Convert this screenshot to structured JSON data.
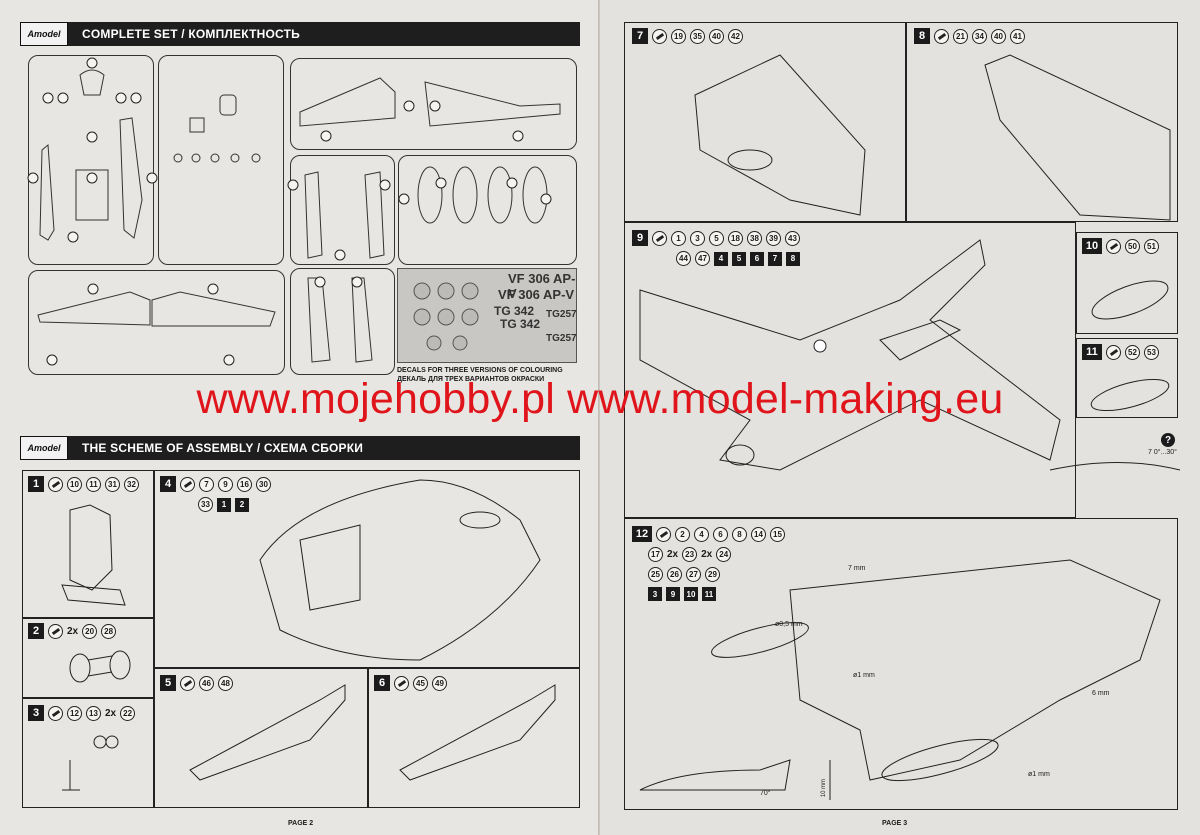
{
  "header_top": {
    "logo": "Amodel",
    "title": "COMPLETE SET / КОМПЛЕКТНОСТЬ"
  },
  "header_assembly": {
    "logo": "Amodel",
    "title": "THE SCHEME OF ASSEMBLY / СХЕМА СБОРКИ"
  },
  "decals": {
    "caption_en": "DECALS FOR THREE VERSIONS OF COLOURING",
    "caption_ru": "ДЕКАЛЬ ДЛЯ ТРЕХ ВАРИАНТОВ ОКРАСКИ",
    "lines": [
      "VF 306 AP-V",
      "VF 306 AP-V",
      "TG 342",
      "TG 342",
      "TG257",
      "TG257"
    ]
  },
  "watermark": "www.mojehobby.pl www.model-making.eu",
  "pages": {
    "left": "PAGE 2",
    "right": "PAGE 3"
  },
  "steps": {
    "s1": {
      "num": "1",
      "parts": [
        "10",
        "11",
        "31",
        "32"
      ]
    },
    "s2": {
      "num": "2",
      "x": "2x",
      "parts": [
        "20",
        "28"
      ]
    },
    "s3": {
      "num": "3",
      "parts": [
        "12",
        "13"
      ],
      "x": "2x",
      "parts2": [
        "22"
      ]
    },
    "s4": {
      "num": "4",
      "parts": [
        "7",
        "9",
        "16",
        "30"
      ],
      "row2": [
        "33"
      ],
      "squares": [
        "1",
        "2"
      ]
    },
    "s5": {
      "num": "5",
      "parts": [
        "46",
        "48"
      ]
    },
    "s6": {
      "num": "6",
      "parts": [
        "45",
        "49"
      ]
    },
    "s7": {
      "num": "7",
      "parts": [
        "19",
        "35",
        "40",
        "42"
      ]
    },
    "s8": {
      "num": "8",
      "parts": [
        "21",
        "34",
        "40",
        "41"
      ]
    },
    "s9": {
      "num": "9",
      "parts": [
        "1",
        "3",
        "5",
        "18",
        "38",
        "39",
        "43"
      ],
      "row2": [
        "44",
        "47"
      ],
      "squares": [
        "4",
        "5",
        "6",
        "7",
        "8"
      ]
    },
    "s10": {
      "num": "10",
      "parts": [
        "50",
        "51"
      ]
    },
    "s11": {
      "num": "11",
      "parts": [
        "52",
        "53"
      ]
    },
    "s12": {
      "num": "12",
      "parts": [
        "2",
        "4",
        "6",
        "8",
        "14",
        "15"
      ],
      "row2": [
        "17"
      ],
      "x1": "2x",
      "p23": "23",
      "x2": "2x",
      "p24": "24",
      "row3": [
        "25",
        "26",
        "27",
        "29"
      ],
      "squares": [
        "3",
        "9",
        "10",
        "11"
      ]
    }
  },
  "dims": {
    "d05": "ø0,5 mm",
    "d1a": "ø1 mm",
    "d1b": "ø1 mm",
    "mm6": "6 mm",
    "mm7": "7 mm",
    "deg70": "70°",
    "deg7": "7 0°...30°",
    "mm10": "10 mm"
  }
}
